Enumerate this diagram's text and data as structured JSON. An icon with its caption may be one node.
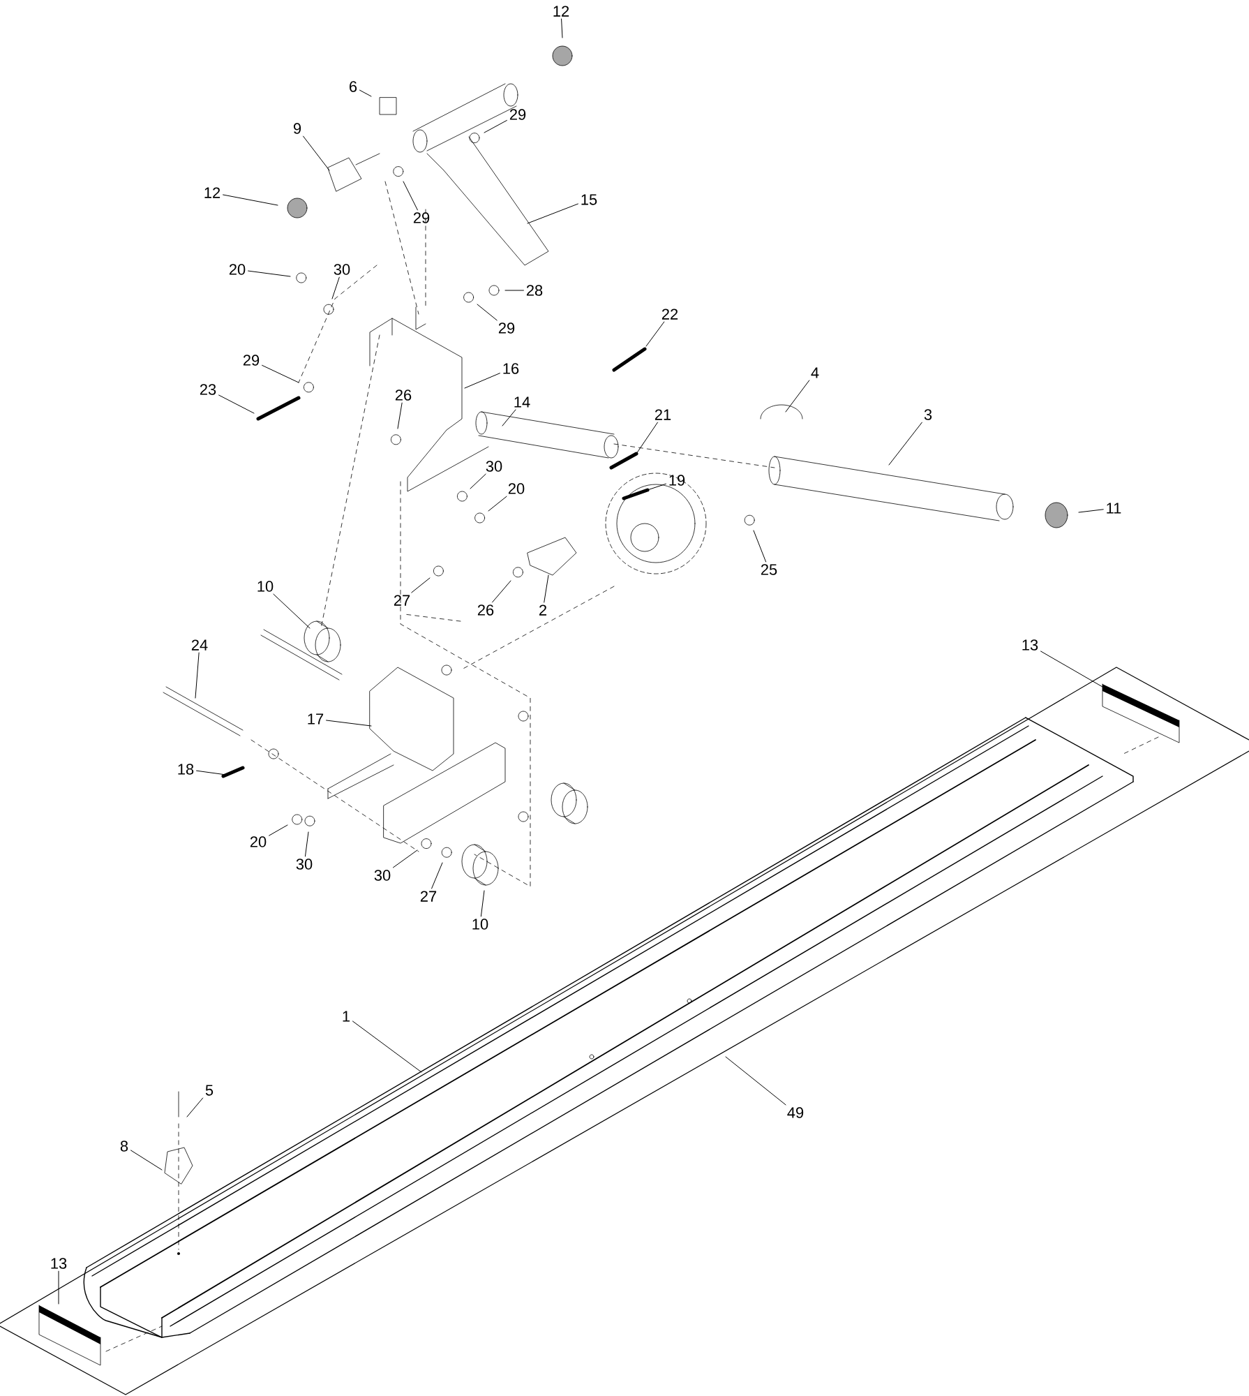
{
  "diagram": {
    "nodes": [
      {
        "text": [
          "12"
        ]
      },
      {
        "text": [
          "6"
        ]
      },
      {
        "text": [
          "29"
        ]
      },
      {
        "text": [
          "9"
        ]
      },
      {
        "text": [
          "12"
        ]
      },
      {
        "text": [
          "29"
        ]
      },
      {
        "text": [
          "15"
        ]
      },
      {
        "text": [
          "20"
        ]
      },
      {
        "text": [
          "30"
        ]
      },
      {
        "text": [
          "28"
        ]
      },
      {
        "text": [
          "29"
        ]
      },
      {
        "text": [
          "22"
        ]
      },
      {
        "text": [
          "29"
        ]
      },
      {
        "text": [
          "23"
        ]
      },
      {
        "text": [
          "16"
        ]
      },
      {
        "text": [
          "14"
        ]
      },
      {
        "text": [
          "26"
        ]
      },
      {
        "text": [
          "4"
        ]
      },
      {
        "text": [
          "21"
        ]
      },
      {
        "text": [
          "3"
        ]
      },
      {
        "text": [
          "30"
        ]
      },
      {
        "text": [
          "20"
        ]
      },
      {
        "text": [
          "19"
        ]
      },
      {
        "text": [
          "11"
        ]
      },
      {
        "text": [
          "25"
        ]
      },
      {
        "text": [
          "10"
        ]
      },
      {
        "text": [
          "27"
        ]
      },
      {
        "text": [
          "26"
        ]
      },
      {
        "text": [
          "2"
        ]
      },
      {
        "text": [
          "24"
        ]
      },
      {
        "text": [
          "13"
        ]
      },
      {
        "text": [
          "17"
        ]
      },
      {
        "text": [
          "18"
        ]
      },
      {
        "text": [
          "20"
        ]
      },
      {
        "text": [
          "30"
        ]
      },
      {
        "text": [
          "30"
        ]
      },
      {
        "text": [
          "27"
        ]
      },
      {
        "text": [
          "10"
        ]
      },
      {
        "text": [
          "1"
        ]
      },
      {
        "text": [
          "49"
        ]
      },
      {
        "text": [
          "5"
        ]
      },
      {
        "text": [
          "8"
        ]
      },
      {
        "text": [
          "13"
        ]
      }
    ],
    "edges": [
      {
        "from": 0,
        "to": null,
        "arrow": "none"
      },
      {
        "from": 1,
        "to": null,
        "arrow": "none"
      },
      {
        "from": 2,
        "to": null,
        "arrow": "none"
      },
      {
        "from": 3,
        "to": null,
        "arrow": "none"
      },
      {
        "from": 4,
        "to": null,
        "arrow": "none"
      },
      {
        "from": 5,
        "to": null,
        "arrow": "none"
      },
      {
        "from": 6,
        "to": null,
        "arrow": "none"
      },
      {
        "from": 7,
        "to": null,
        "arrow": "none"
      },
      {
        "from": 8,
        "to": null,
        "arrow": "none"
      },
      {
        "from": 9,
        "to": null,
        "arrow": "none"
      },
      {
        "from": 10,
        "to": null,
        "arrow": "none"
      },
      {
        "from": 11,
        "to": null,
        "arrow": "none"
      },
      {
        "from": 12,
        "to": null,
        "arrow": "none"
      },
      {
        "from": 13,
        "to": null,
        "arrow": "none"
      },
      {
        "from": 14,
        "to": null,
        "arrow": "none"
      },
      {
        "from": 15,
        "to": null,
        "arrow": "none"
      },
      {
        "from": 16,
        "to": null,
        "arrow": "none"
      },
      {
        "from": 17,
        "to": null,
        "arrow": "none"
      },
      {
        "from": 18,
        "to": null,
        "arrow": "none"
      },
      {
        "from": 19,
        "to": null,
        "arrow": "none"
      },
      {
        "from": 20,
        "to": null,
        "arrow": "none"
      },
      {
        "from": 21,
        "to": null,
        "arrow": "none"
      },
      {
        "from": 22,
        "to": null,
        "arrow": "none"
      },
      {
        "from": 23,
        "to": null,
        "arrow": "none"
      },
      {
        "from": 24,
        "to": null,
        "arrow": "none"
      },
      {
        "from": 25,
        "to": null,
        "arrow": "none"
      },
      {
        "from": 26,
        "to": null,
        "arrow": "none"
      },
      {
        "from": 27,
        "to": null,
        "arrow": "none"
      },
      {
        "from": 28,
        "to": null,
        "arrow": "none"
      },
      {
        "from": 29,
        "to": null,
        "arrow": "none"
      },
      {
        "from": 30,
        "to": null,
        "arrow": "none"
      },
      {
        "from": 31,
        "to": null,
        "arrow": "none"
      },
      {
        "from": 32,
        "to": null,
        "arrow": "none"
      },
      {
        "from": 33,
        "to": null,
        "arrow": "none"
      },
      {
        "from": 34,
        "to": null,
        "arrow": "none"
      },
      {
        "from": 35,
        "to": null,
        "arrow": "none"
      },
      {
        "from": 36,
        "to": null,
        "arrow": "none"
      },
      {
        "from": 37,
        "to": null,
        "arrow": "none"
      },
      {
        "from": 38,
        "to": null,
        "arrow": "none"
      },
      {
        "from": 39,
        "to": null,
        "arrow": "none"
      },
      {
        "from": 40,
        "to": null,
        "arrow": "none"
      },
      {
        "from": 41,
        "to": null,
        "arrow": "none"
      },
      {
        "from": 42,
        "to": null,
        "arrow": "none"
      }
    ]
  }
}
